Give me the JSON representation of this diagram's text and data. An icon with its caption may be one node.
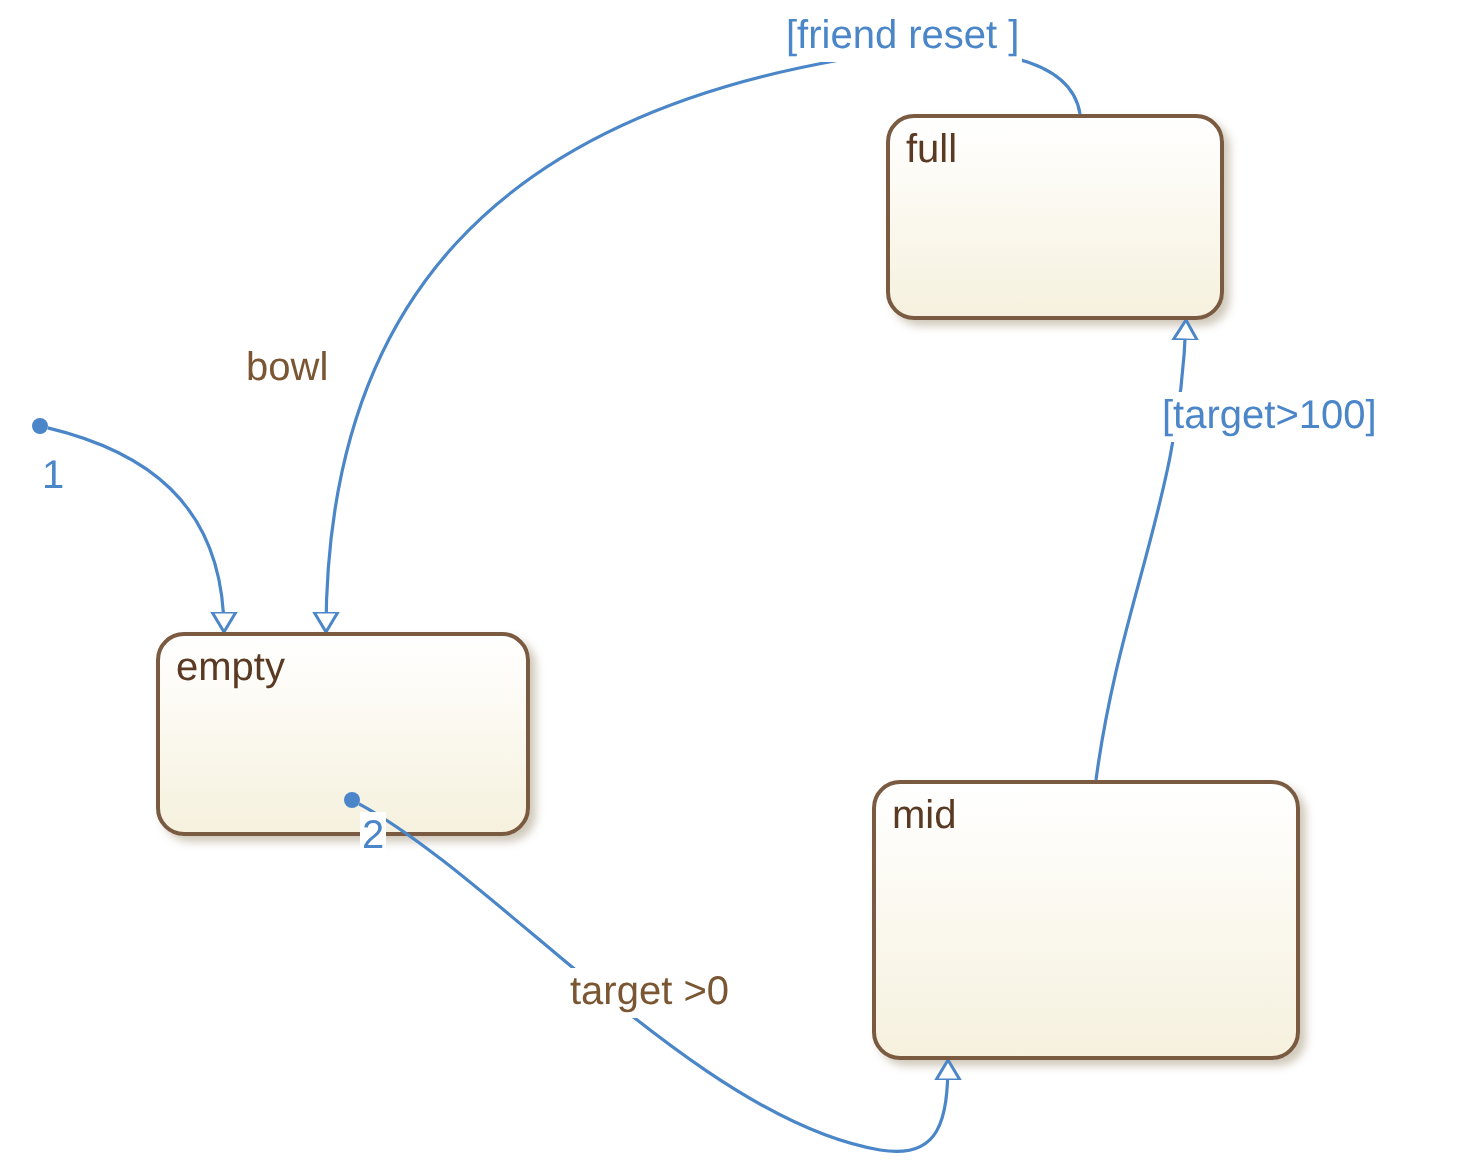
{
  "diagram": {
    "nodes": [
      {
        "text": [
          "full"
        ]
      },
      {
        "text": [],
        "shape": "circle",
        "beside": [
          "1"
        ]
      },
      {
        "text": [
          "empty"
        ]
      },
      {
        "text": [],
        "shape": "circle",
        "in": 2,
        "beside": [
          "2"
        ]
      },
      {
        "text": [
          "mid"
        ]
      }
    ],
    "edges": [
      {
        "from": 1,
        "to": 2,
        "arrow": "to"
      },
      {
        "from": 0,
        "to": 2,
        "arrow": "to",
        "label": "[friend reset ]"
      },
      {
        "from": 4,
        "to": 0,
        "arrow": "to",
        "label": "[target>100]"
      },
      {
        "from": 3,
        "to": 4,
        "arrow": "to",
        "label": "target >0"
      }
    ],
    "labels": [
      "bowl"
    ]
  }
}
